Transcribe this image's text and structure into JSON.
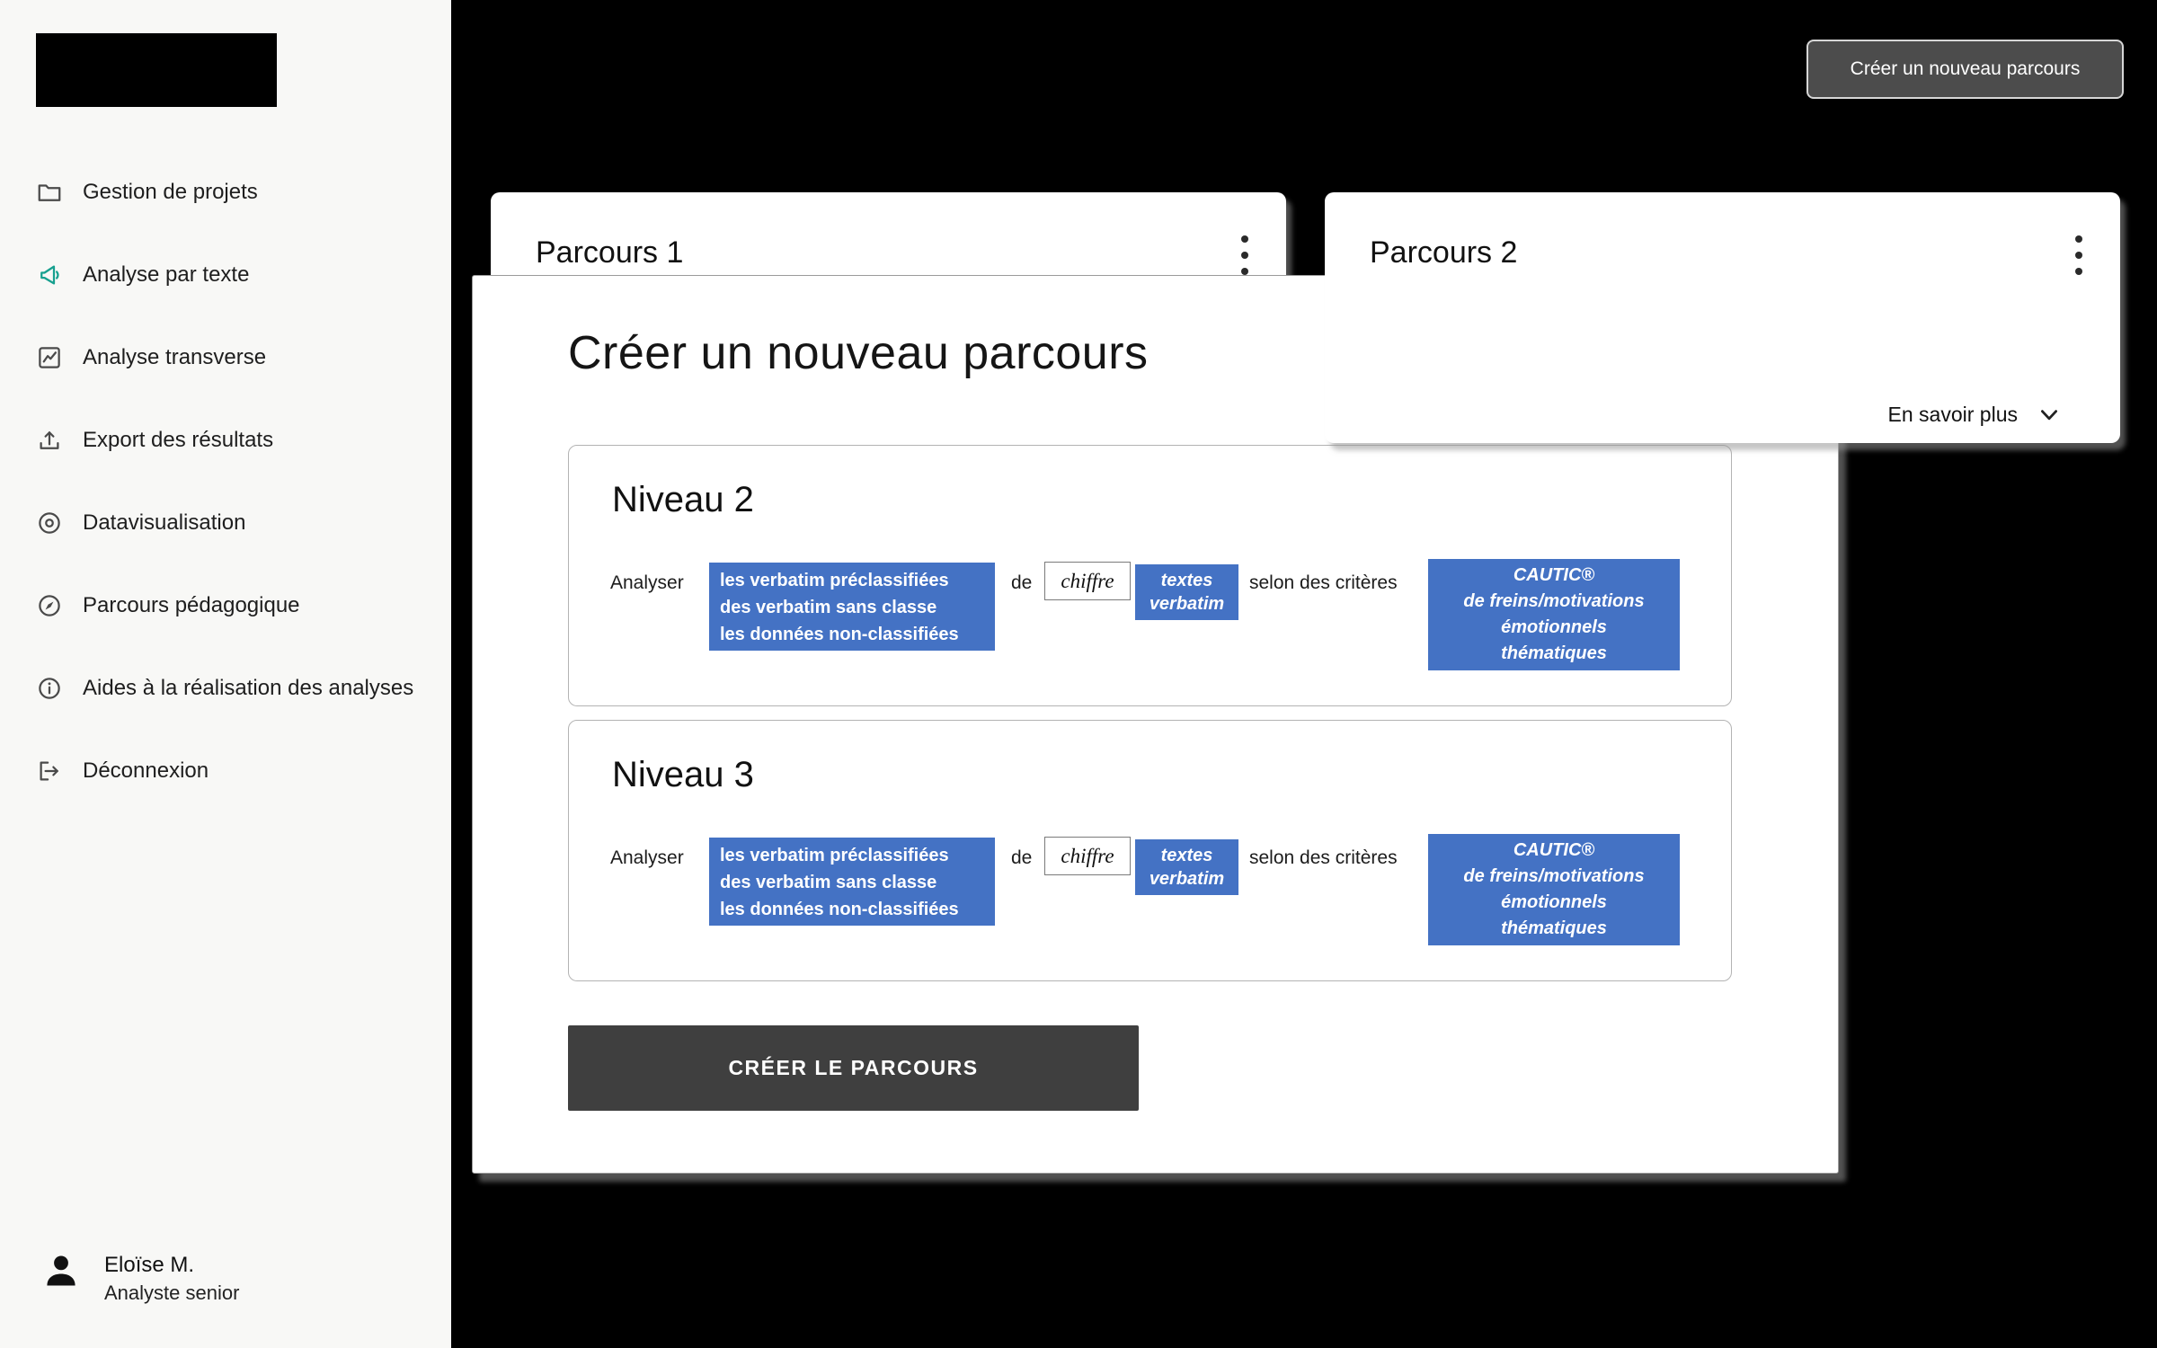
{
  "sidebar": {
    "items": [
      {
        "label": "Gestion de projets"
      },
      {
        "label": "Analyse par texte"
      },
      {
        "label": "Analyse transverse"
      },
      {
        "label": "Export des résultats"
      },
      {
        "label": "Datavisualisation"
      },
      {
        "label": "Parcours pédagogique"
      },
      {
        "label": "Aides à la réalisation des analyses"
      },
      {
        "label": "Déconnexion"
      }
    ],
    "user": {
      "name": "Eloïse M.",
      "role": "Analyste senior"
    }
  },
  "header": {
    "create_button_label": "Créer un nouveau parcours"
  },
  "cards": [
    {
      "title": "Parcours 1"
    },
    {
      "title": "Parcours 2",
      "more_label": "En savoir plus"
    }
  ],
  "modal": {
    "title": "Créer un nouveau parcours",
    "submit_label": "CRÉER LE PARCOURS",
    "levels": [
      {
        "title": "Niveau 2",
        "analyser": "Analyser",
        "box1": [
          "les verbatim préclassifiées",
          "des verbatim sans classe",
          "les données non-classifiées"
        ],
        "de": "de",
        "chiffre": "chiffre",
        "box2": [
          "textes",
          "verbatim"
        ],
        "selon": "selon des critères",
        "box3": [
          "CAUTIC®",
          "de freins/motivations",
          "émotionnels",
          "thématiques"
        ]
      },
      {
        "title": "Niveau 3",
        "analyser": "Analyser",
        "box1": [
          "les verbatim préclassifiées",
          "des verbatim sans classe",
          "les données non-classifiées"
        ],
        "de": "de",
        "chiffre": "chiffre",
        "box2": [
          "textes",
          "verbatim"
        ],
        "selon": "selon des critères",
        "box3": [
          "CAUTIC®",
          "de freins/motivations",
          "émotionnels",
          "thématiques"
        ]
      }
    ]
  },
  "colors": {
    "background": "#000000",
    "sidebar_bg": "#f8f8f6",
    "option_blue": "#4472c4",
    "dark_button": "#3f3f3f",
    "accent_icon_teal": "#17a08f"
  }
}
